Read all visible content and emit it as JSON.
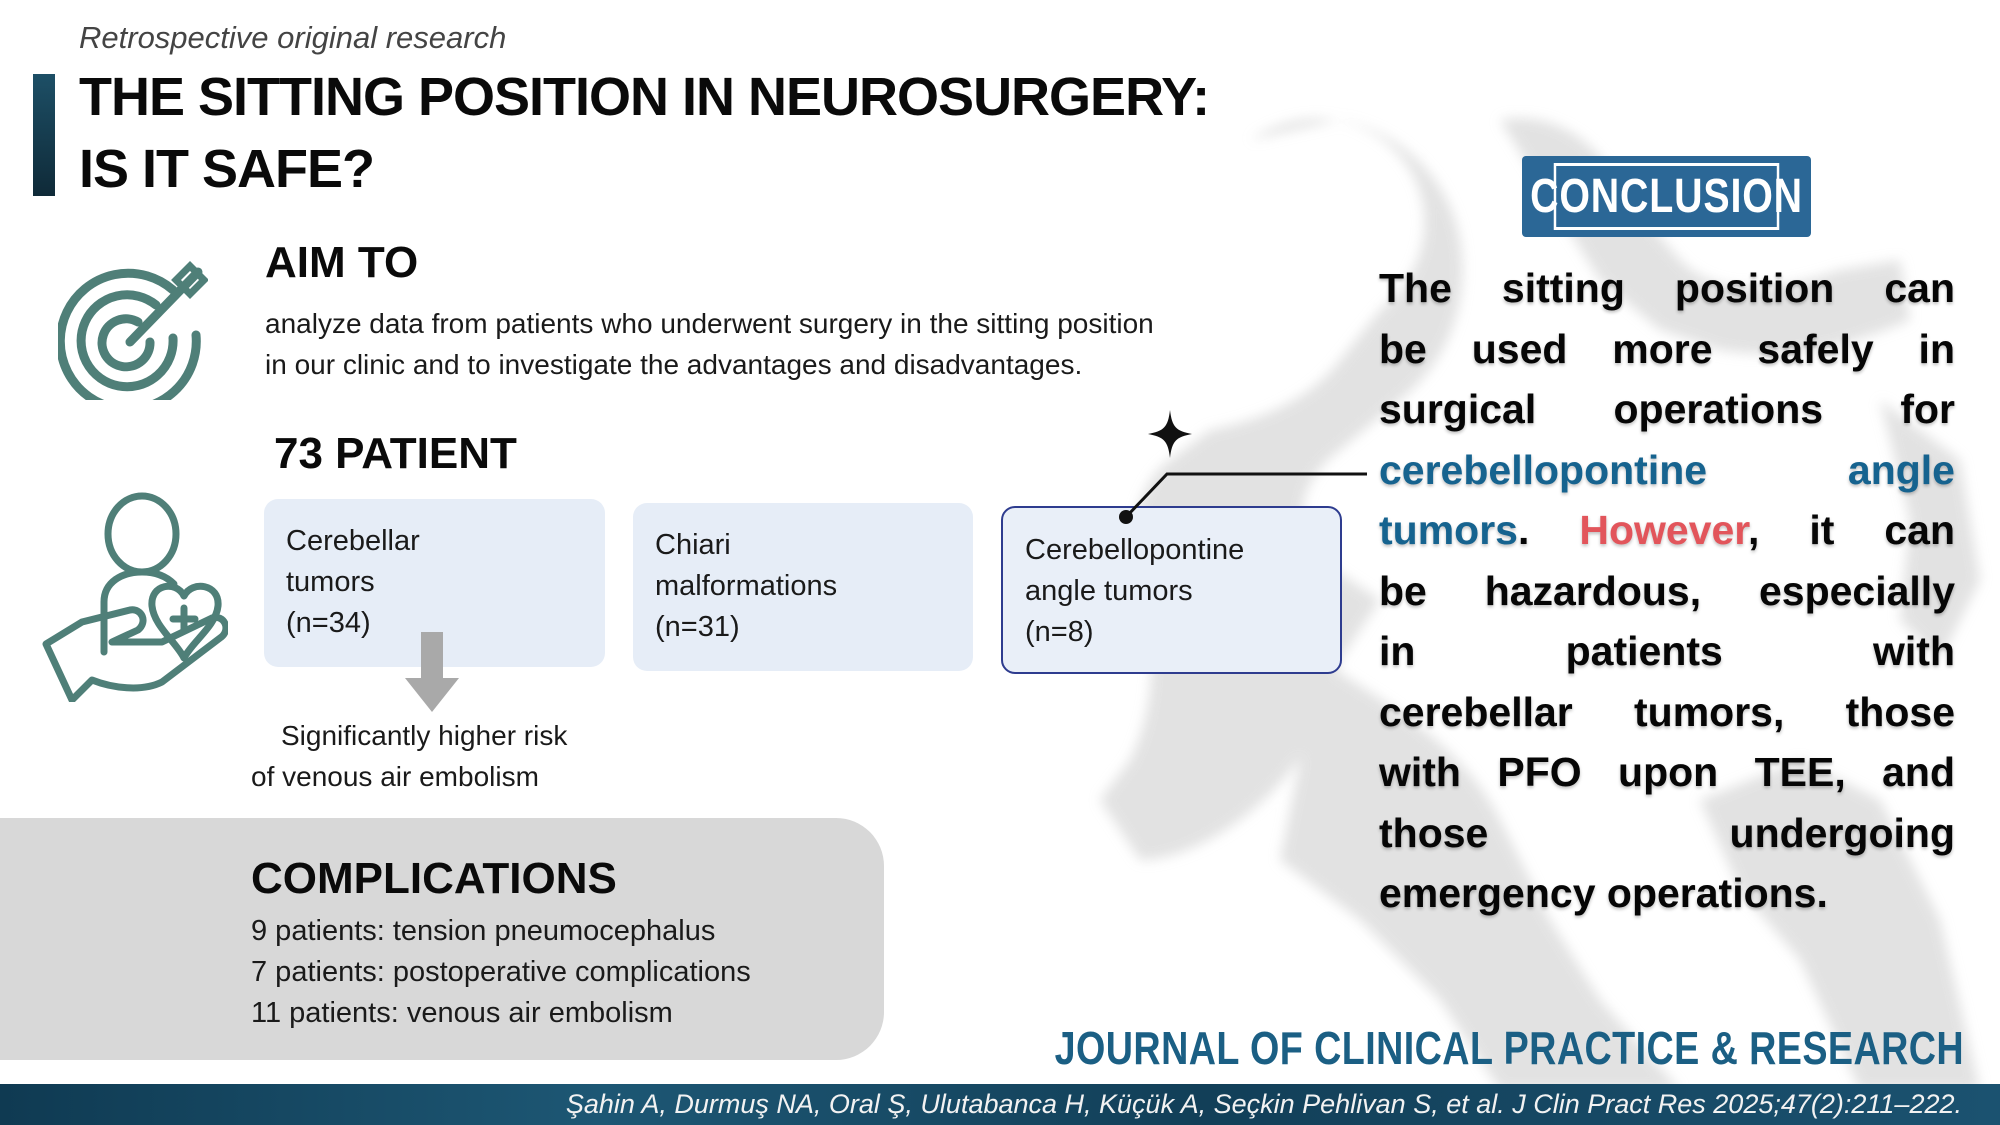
{
  "header": {
    "subtitle": "Retrospective original research",
    "title_line1": "THE SITTING POSITION IN NEUROSURGERY:",
    "title_line2": "IS IT SAFE?"
  },
  "aim": {
    "heading": "AIM TO",
    "line1": "analyze data from patients who underwent surgery in the sitting position",
    "line2": "in our clinic and to investigate the advantages and disadvantages."
  },
  "patients": {
    "heading": "73 PATIENT",
    "groups": [
      {
        "line1": "Cerebellar",
        "line2": "tumors",
        "count": "(n=34)"
      },
      {
        "line1": "Chiari",
        "line2": "malformations",
        "count": "(n=31)"
      },
      {
        "line1": "Cerebellopontine",
        "line2": "angle tumors",
        "count": "(n=8)"
      }
    ],
    "risk_line1": "Significantly higher risk",
    "risk_line2": "of venous air embolism"
  },
  "complications": {
    "heading": "COMPLICATIONS",
    "items": [
      "9 patients: tension pneumocephalus",
      "7 patients: postoperative complications",
      "11 patients: venous air embolism"
    ]
  },
  "conclusion": {
    "badge": "CONCLUSION",
    "lines": [
      "The sitting position can",
      "be used more safely in",
      "surgical operations for",
      "cerebellopontine angle",
      [
        "tumors",
        ".",
        "However",
        ", it can"
      ],
      "be hazardous, especially",
      "in patients with",
      "cerebellar tumors, those",
      "with PFO upon TEE, and",
      "those undergoing",
      "emergency operations."
    ]
  },
  "footer": {
    "journal": "JOURNAL OF CLINICAL PRACTICE & RESEARCH",
    "citation": "Şahin A, Durmuş NA, Oral Ş, Ulutabanca H, Küçük A, Seçkin Pehlivan S, et al.  J Clin Pract Res 2025;47(2):211–222."
  },
  "colors": {
    "accent_blue": "#16638f",
    "highlight_red": "#e2555b",
    "icon_teal": "#4f7f78",
    "badge_blue": "#2b6796"
  }
}
